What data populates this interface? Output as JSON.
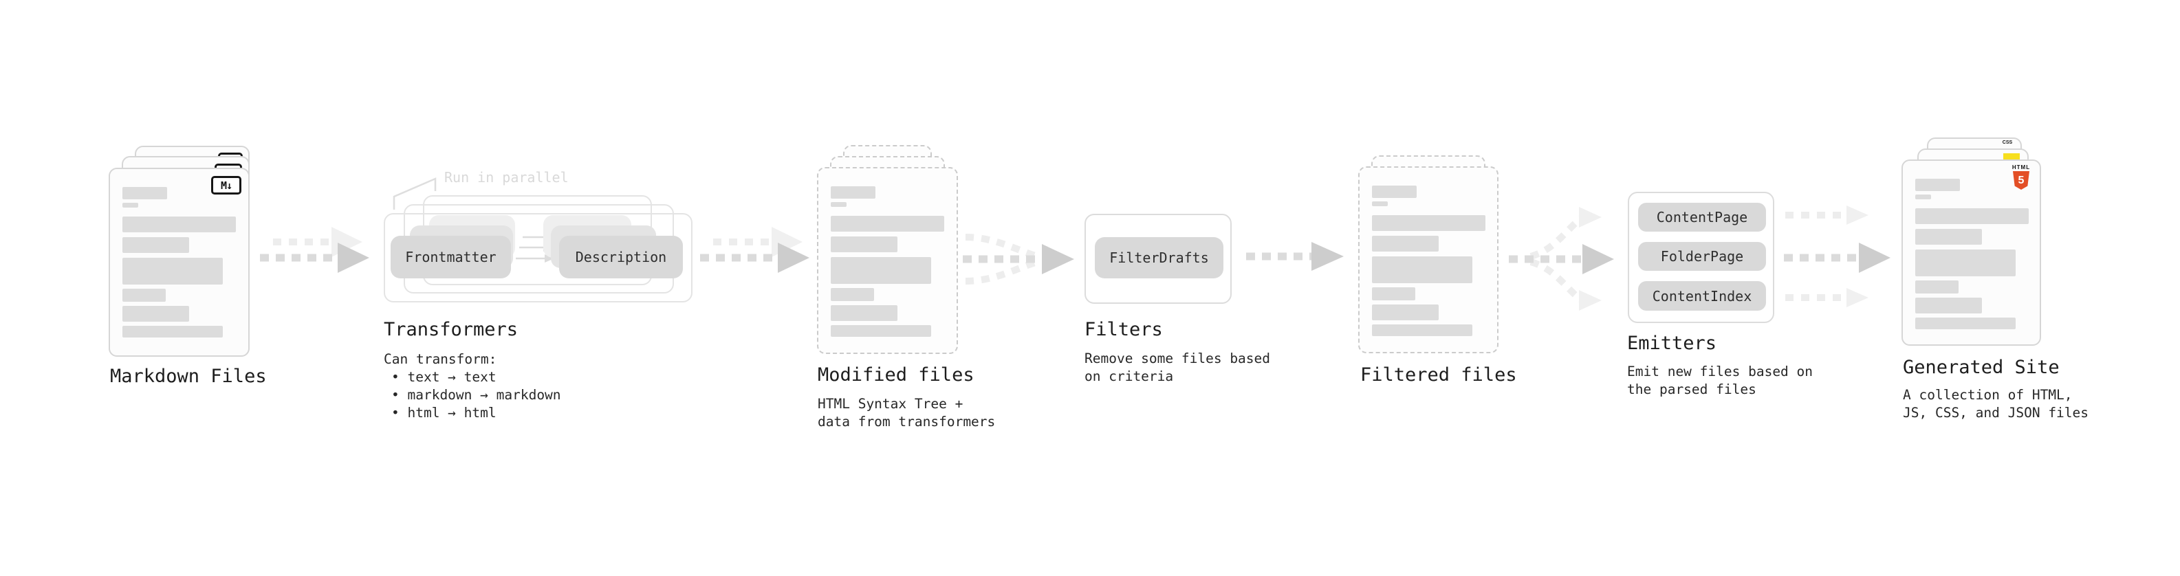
{
  "pipeline": {
    "markdown_files": {
      "label": "Markdown Files",
      "icon_text": "M↓"
    },
    "transformers": {
      "label": "Transformers",
      "annotation": "Run in parallel",
      "buttons": [
        "Frontmatter",
        "Description"
      ],
      "desc_title": "Can transform:",
      "bullets": [
        "• text → text",
        "• markdown → markdown",
        "• html → html"
      ]
    },
    "modified_files": {
      "label": "Modified files",
      "desc": "HTML Syntax Tree +\ndata from transformers"
    },
    "filters": {
      "label": "Filters",
      "button": "FilterDrafts",
      "desc": "Remove some files based\non criteria"
    },
    "filtered_files": {
      "label": "Filtered files"
    },
    "emitters": {
      "label": "Emitters",
      "buttons": [
        "ContentPage",
        "FolderPage",
        "ContentIndex"
      ],
      "desc": "Emit new files based on\nthe parsed files"
    },
    "generated_site": {
      "label": "Generated Site",
      "desc": "A collection of HTML,\nJS, CSS, and JSON files",
      "badges": {
        "html5_label": "HTML",
        "html5_number": "5",
        "css_label": "CSS"
      }
    }
  },
  "colors": {
    "html5_orange": "#e34f26",
    "js_yellow": "#f7df1e",
    "css_blue": "#2965f1",
    "button_gray": "#d9d9d9",
    "skeleton_gray": "#dcdcdc",
    "text_dark": "#1d1d1d",
    "annotation_gray": "#d9d9d9",
    "arrow_dark": "#dbdbdb",
    "arrow_head_dark": "#cdcdcd",
    "arrow_light": "#ededed",
    "arrow_head_light": "#f0f0f0"
  }
}
